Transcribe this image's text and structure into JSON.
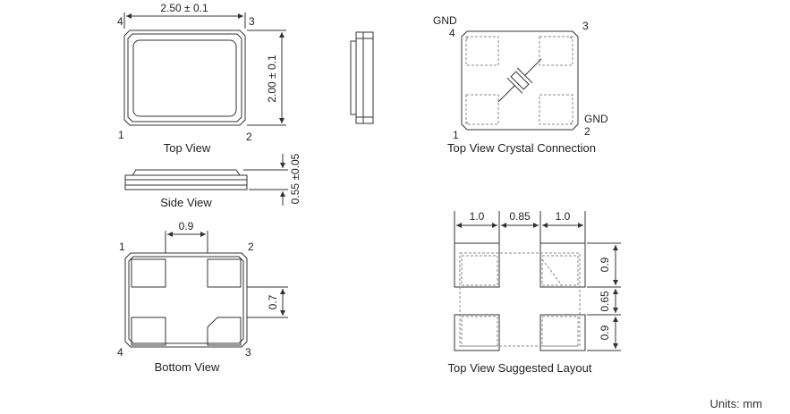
{
  "units": "Units: mm",
  "views": {
    "top": {
      "caption": "Top View",
      "width_dim": "2.50 ± 0.1",
      "height_dim": "2.00 ± 0.1",
      "pins": [
        "1",
        "2",
        "3",
        "4"
      ]
    },
    "side": {
      "caption": "Side View",
      "thickness_dim": "0.55 ±0.05"
    },
    "bottom": {
      "caption": "Bottom View",
      "pad_spacing_dim": "0.9",
      "pad_gap_dim": "0.7",
      "pins": [
        "1",
        "2",
        "3",
        "4"
      ]
    },
    "crystal": {
      "caption": "Top View Crystal Connection",
      "gnd_top": "GND",
      "gnd_bottom": "GND",
      "pins": [
        "1",
        "2",
        "3",
        "4"
      ]
    },
    "layout": {
      "caption": "Top View Suggested Layout",
      "dim_pad_w1": "1.0",
      "dim_gap_x": "0.85",
      "dim_pad_w2": "1.0",
      "dim_pad_h1": "0.9",
      "dim_gap_y": "0.65",
      "dim_pad_h2": "0.9"
    }
  },
  "colors": {
    "stroke": "#333333",
    "dashed": "#888888",
    "pad_fill": "#ffffff"
  }
}
